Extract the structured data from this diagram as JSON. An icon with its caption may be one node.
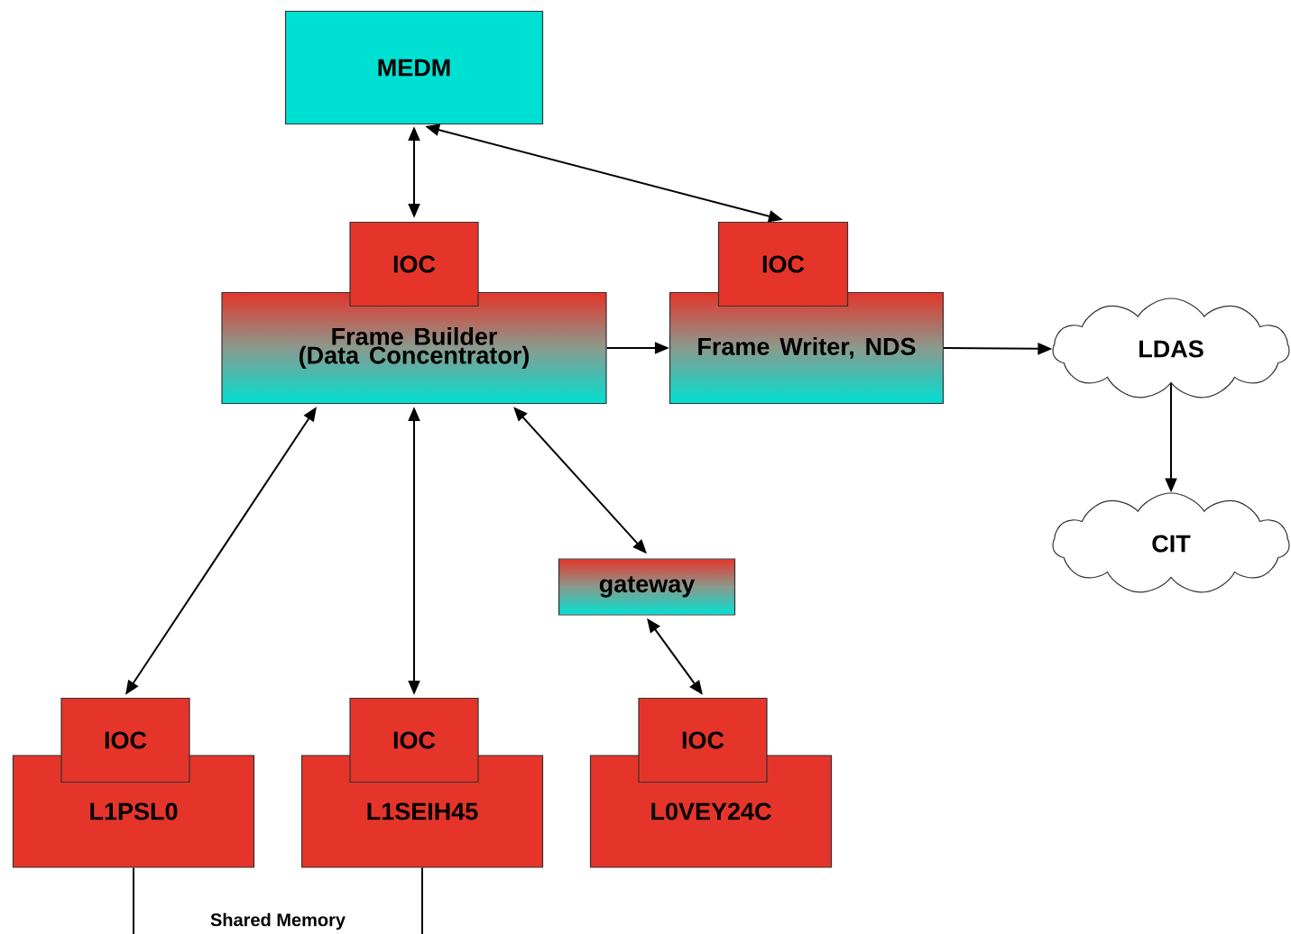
{
  "diagram": {
    "nodes": [
      {
        "text": [
          "MEDM"
        ]
      },
      {
        "text": [
          "IOC"
        ]
      },
      {
        "text": [
          "Frame Builder (Data Concentrator)"
        ]
      },
      {
        "text": [
          "IOC"
        ]
      },
      {
        "text": [
          "Frame Writer, NDS"
        ]
      },
      {
        "text": [
          "LDAS"
        ]
      },
      {
        "text": [
          "gateway"
        ]
      },
      {
        "text": [
          "CIT"
        ]
      },
      {
        "text": [
          "IOC"
        ]
      },
      {
        "text": [
          "L1PSL0"
        ]
      },
      {
        "text": [
          "IOC"
        ]
      },
      {
        "text": [
          "L1SEIH45"
        ]
      },
      {
        "text": [
          "IOC"
        ]
      },
      {
        "text": [
          "L0VEY24C"
        ]
      }
    ],
    "edges": [
      {
        "from": 0,
        "to": 1,
        "arrow": "both"
      },
      {
        "from": 0,
        "to": 3,
        "arrow": "both"
      },
      {
        "from": 2,
        "to": 4,
        "arrow": "to"
      },
      {
        "from": 4,
        "to": 5,
        "arrow": "to"
      },
      {
        "from": 5,
        "to": 7,
        "arrow": "to"
      },
      {
        "from": 2,
        "to": 8,
        "arrow": "both"
      },
      {
        "from": 2,
        "to": 10,
        "arrow": "both"
      },
      {
        "from": 2,
        "to": 6,
        "arrow": "both"
      },
      {
        "from": 6,
        "to": 12,
        "arrow": "both"
      },
      {
        "from": 9,
        "to": 11,
        "arrow": "none",
        "label": "Shared Memory"
      }
    ]
  }
}
